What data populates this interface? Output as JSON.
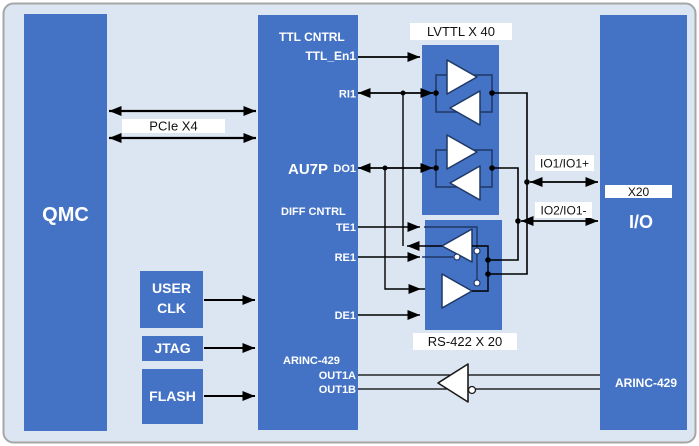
{
  "blocks": {
    "qmc": "QMC",
    "fpga": "AU7P",
    "io": "I/O",
    "user_clk_l1": "USER",
    "user_clk_l2": "CLK",
    "jtag": "JTAG",
    "flash": "FLASH"
  },
  "pins": {
    "ttl_cntrl": "TTL CNTRL",
    "ttl_en1": "TTL_En1",
    "ri1": "RI1",
    "do1": "DO1",
    "diff_cntrl": "DIFF CNTRL",
    "te1": "TE1",
    "re1": "RE1",
    "de1": "DE1",
    "arinc429": "ARINC-429",
    "out1a": "OUT1A",
    "out1b": "OUT1B"
  },
  "labels": {
    "pcie": "PCIe X4",
    "lvttl": "LVTTL X 40",
    "rs422": "RS-422 X 20",
    "io1": "IO1/IO1+",
    "io2": "IO2/IO1-",
    "x20": "X20",
    "io_arinc429": "ARINC-429"
  },
  "colors": {
    "block_blue": "#4472C4",
    "canvas_bg": "#DCE6F2",
    "border": "#A6A6A6",
    "strip_bg": "#FFFFFF"
  }
}
